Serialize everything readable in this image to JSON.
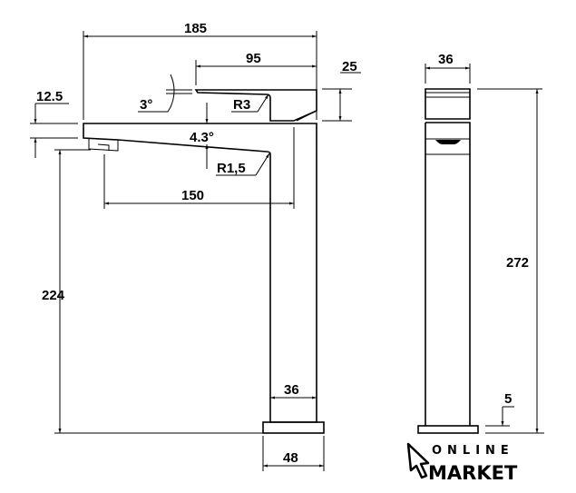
{
  "dimensions": {
    "overall_length": "185",
    "lever_length": "95",
    "lever_height": "25",
    "spout_thickness": "12.5",
    "lever_angle": "3°",
    "lever_radius": "R3",
    "spout_angle": "4.3°",
    "spout_radius": "R1,5",
    "spout_reach": "150",
    "spout_height": "224",
    "body_width_front": "36",
    "base_width": "48",
    "body_width_side": "36",
    "total_height": "272",
    "base_height": "5"
  },
  "logo": {
    "line1": "ONLINE",
    "line2": "MARKET"
  }
}
